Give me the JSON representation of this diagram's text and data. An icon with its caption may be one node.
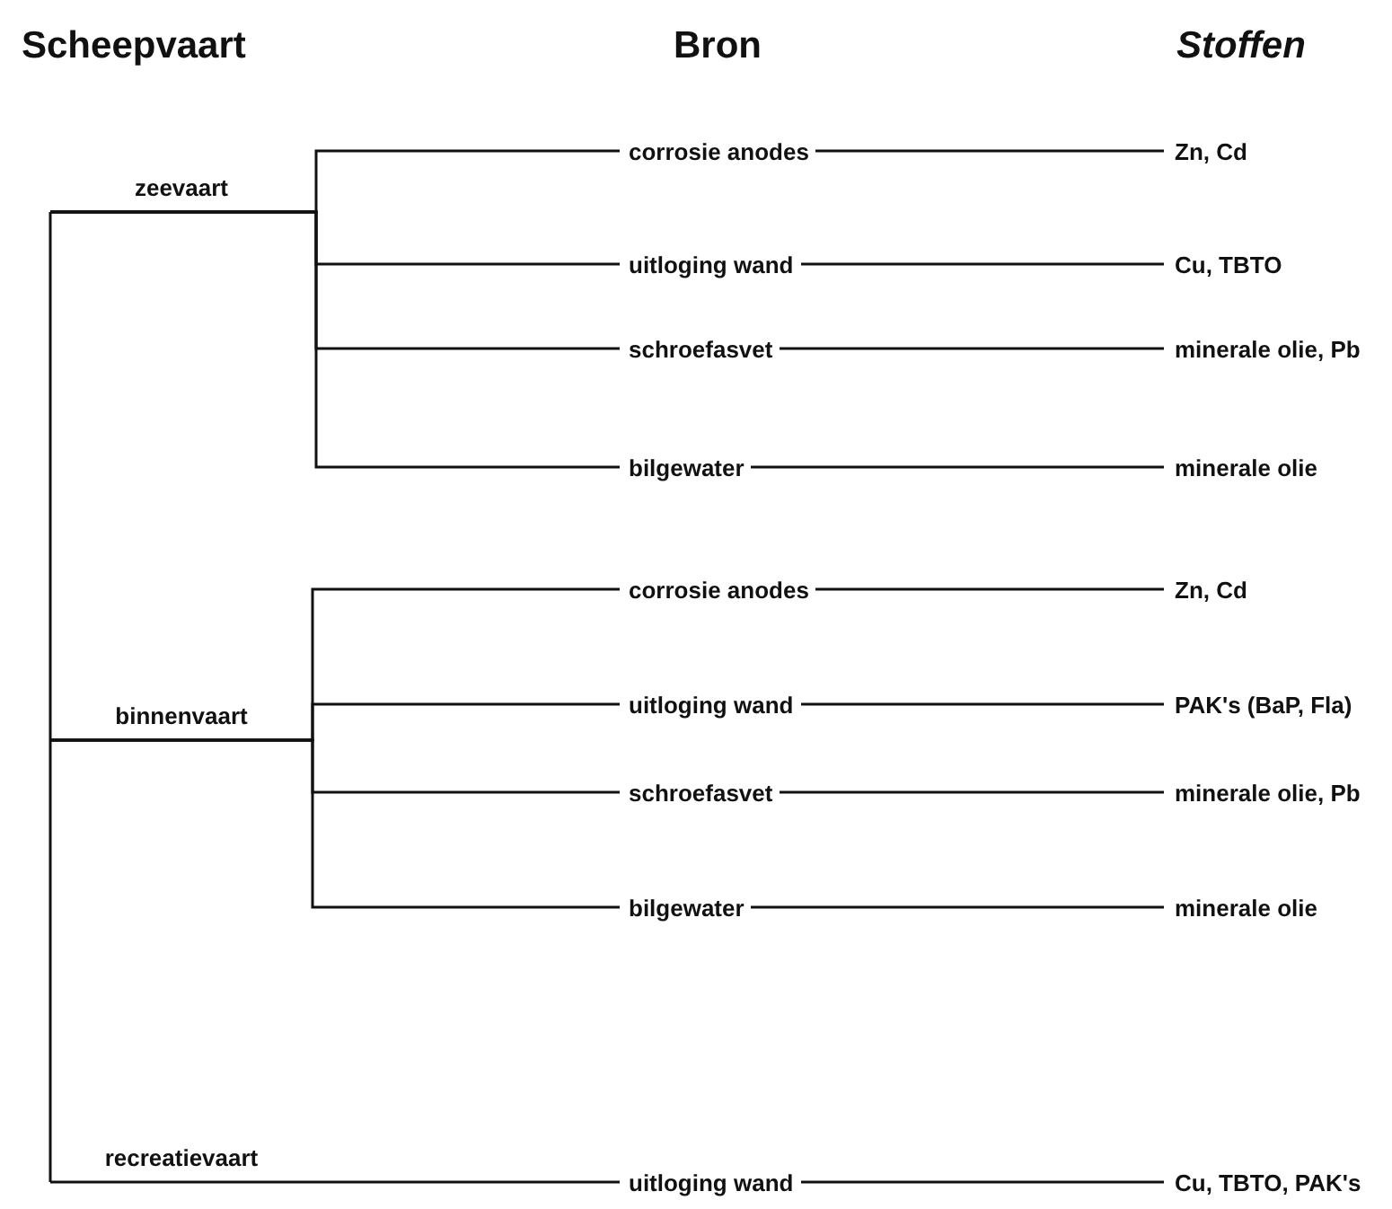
{
  "diagram": {
    "nodes": [
      {
        "text": [
          "zeevaart"
        ]
      },
      {
        "text": [
          "corrosie anodes"
        ]
      },
      {
        "text": [
          "Zn, Cd"
        ]
      },
      {
        "text": [
          "uitloging wand"
        ]
      },
      {
        "text": [
          "Cu, TBTO"
        ]
      },
      {
        "text": [
          "schroefasvet"
        ]
      },
      {
        "text": [
          "minerale olie, Pb"
        ]
      },
      {
        "text": [
          "bilgewater"
        ]
      },
      {
        "text": [
          "minerale olie"
        ]
      },
      {
        "text": [
          "binnenvaart"
        ]
      },
      {
        "text": [
          "corrosie anodes"
        ]
      },
      {
        "text": [
          "Zn, Cd"
        ]
      },
      {
        "text": [
          "uitloging wand"
        ]
      },
      {
        "text": [
          "PAK's (BaP, Fla)"
        ]
      },
      {
        "text": [
          "schroefasvet"
        ]
      },
      {
        "text": [
          "minerale olie, Pb"
        ]
      },
      {
        "text": [
          "bilgewater"
        ]
      },
      {
        "text": [
          "minerale olie"
        ]
      },
      {
        "text": [
          "recreatievaart"
        ]
      },
      {
        "text": [
          "uitloging wand"
        ]
      },
      {
        "text": [
          "Cu, TBTO, PAK's"
        ]
      }
    ],
    "edges": [
      {
        "from": 0,
        "to": 9,
        "arrow": "none"
      },
      {
        "from": 9,
        "to": 18,
        "arrow": "none"
      },
      {
        "from": 0,
        "to": 1,
        "arrow": "none"
      },
      {
        "from": 0,
        "to": 3,
        "arrow": "none"
      },
      {
        "from": 0,
        "to": 5,
        "arrow": "none"
      },
      {
        "from": 0,
        "to": 7,
        "arrow": "none"
      },
      {
        "from": 1,
        "to": 2,
        "arrow": "none"
      },
      {
        "from": 3,
        "to": 4,
        "arrow": "none"
      },
      {
        "from": 5,
        "to": 6,
        "arrow": "none"
      },
      {
        "from": 7,
        "to": 8,
        "arrow": "none"
      },
      {
        "from": 9,
        "to": 10,
        "arrow": "none"
      },
      {
        "from": 9,
        "to": 12,
        "arrow": "none"
      },
      {
        "from": 9,
        "to": 14,
        "arrow": "none"
      },
      {
        "from": 9,
        "to": 16,
        "arrow": "none"
      },
      {
        "from": 10,
        "to": 11,
        "arrow": "none"
      },
      {
        "from": 12,
        "to": 13,
        "arrow": "none"
      },
      {
        "from": 14,
        "to": 15,
        "arrow": "none"
      },
      {
        "from": 16,
        "to": 17,
        "arrow": "none"
      },
      {
        "from": 18,
        "to": 19,
        "arrow": "none"
      },
      {
        "from": 19,
        "to": 20,
        "arrow": "none"
      }
    ],
    "labels": [
      "Scheepvaart",
      "Bron",
      "Stoffen"
    ]
  }
}
